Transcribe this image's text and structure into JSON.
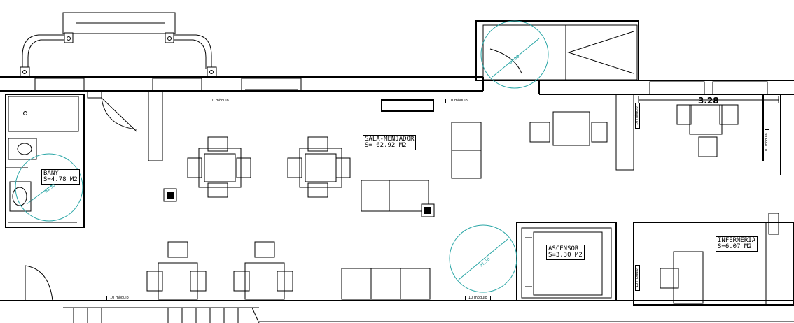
{
  "rooms": [
    {
      "name": "SALA-MENJADOR",
      "area": "S= 62.92 M2"
    },
    {
      "name": "BANY",
      "area": "S=4.78 M2"
    },
    {
      "name": "ASCENSOR",
      "area": "S=3.30 M2"
    },
    {
      "name": "INFERMERIA",
      "area": "S=6.07 M2"
    }
  ],
  "module_label": "10 mòdulo",
  "turning_circle_label": "ø1.50",
  "dimension": "3.28",
  "colors": {
    "walls": "#000000",
    "turning_circles": "#2aa6a6",
    "background": "#ffffff"
  }
}
